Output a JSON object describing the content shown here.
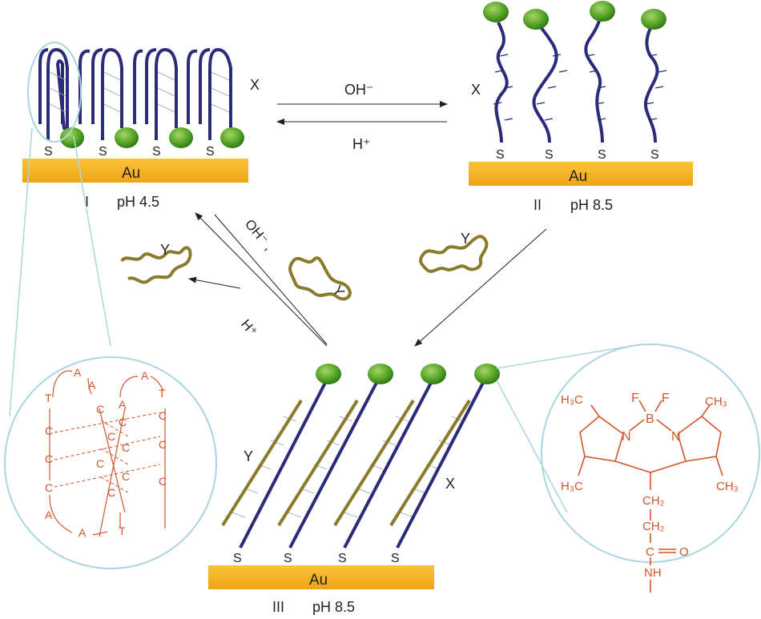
{
  "labels": {
    "au_I": "Au",
    "au_II": "Au",
    "au_III": "Au",
    "state_I_num": "I",
    "state_I_ph": "pH 4.5",
    "state_II_num": "II",
    "state_II_ph": "pH 8.5",
    "state_III_num": "III",
    "state_III_ph": "pH 8.5",
    "strand_X_I": "X",
    "strand_X_II": "X",
    "strand_X_III": "X",
    "strand_Y_III": "Y",
    "strand_Y_free1": "Y",
    "strand_Y_free2": "Y",
    "strand_Y_free3": "Y",
    "thiol": "S",
    "arrow_top_forward": "OH⁻",
    "arrow_top_back": "H⁺",
    "arrow_diag_forward": "OH⁻ ,",
    "arrow_diag_back": "H⁺"
  },
  "i_motif": {
    "bases_left": [
      "T",
      "C",
      "C",
      "C",
      "A"
    ],
    "bases_mid_left": [
      "A",
      "A",
      "C",
      "C",
      "C",
      "C"
    ],
    "bases_mid_right": [
      "A",
      "C",
      "C",
      "C",
      "T"
    ],
    "bases_right": [
      "T",
      "C",
      "C",
      "C"
    ],
    "top_loop": [
      "A",
      "A"
    ],
    "bottom_loop": [
      "A"
    ]
  },
  "fluorophore": {
    "F1": "F",
    "F2": "F",
    "B": "B",
    "N1": "N",
    "N2": "N",
    "methyl": "H₃C",
    "methyl_r": "CH₃",
    "ch2": "CH₂",
    "carbonyl": "C",
    "oxygen": "O",
    "amide": "NH"
  },
  "colors": {
    "gold": "#f5b21b",
    "strand_x": "#2b2b7a",
    "strand_y": "#8a7a2c",
    "bead": "#5aa82a",
    "chem": "#d2552a",
    "zoom": "#a9d6de"
  }
}
